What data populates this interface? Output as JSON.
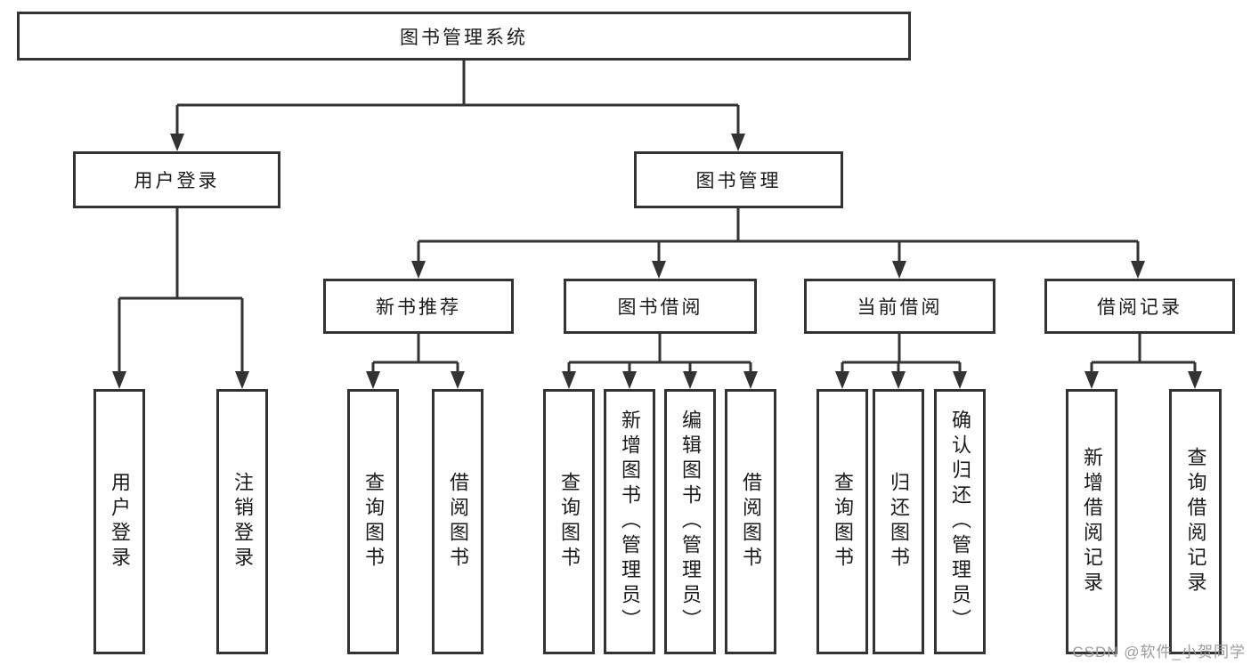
{
  "colors": {
    "line": "#333333",
    "box_border": "#333333",
    "text": "#1b1b1b",
    "background": "#ffffff",
    "watermark_text": "#9c9c9c"
  },
  "tree": {
    "label": "图书管理系统",
    "children": [
      {
        "label": "用户登录",
        "children": [
          {
            "label": "用户登录"
          },
          {
            "label": "注销登录"
          }
        ]
      },
      {
        "label": "图书管理",
        "children": [
          {
            "label": "新书推荐",
            "children": [
              {
                "label": "查询图书"
              },
              {
                "label": "借阅图书"
              }
            ]
          },
          {
            "label": "图书借阅",
            "children": [
              {
                "label": "查询图书"
              },
              {
                "label": "新增图书（管理员）"
              },
              {
                "label": "编辑图书（管理员）"
              },
              {
                "label": "借阅图书"
              }
            ]
          },
          {
            "label": "当前借阅",
            "children": [
              {
                "label": "查询图书"
              },
              {
                "label": "归还图书"
              },
              {
                "label": "确认归还（管理员）"
              }
            ]
          },
          {
            "label": "借阅记录",
            "children": [
              {
                "label": "新增借阅记录"
              },
              {
                "label": "查询借阅记录"
              }
            ]
          }
        ]
      }
    ]
  },
  "watermark": "CSDN @软件_小贺同学"
}
